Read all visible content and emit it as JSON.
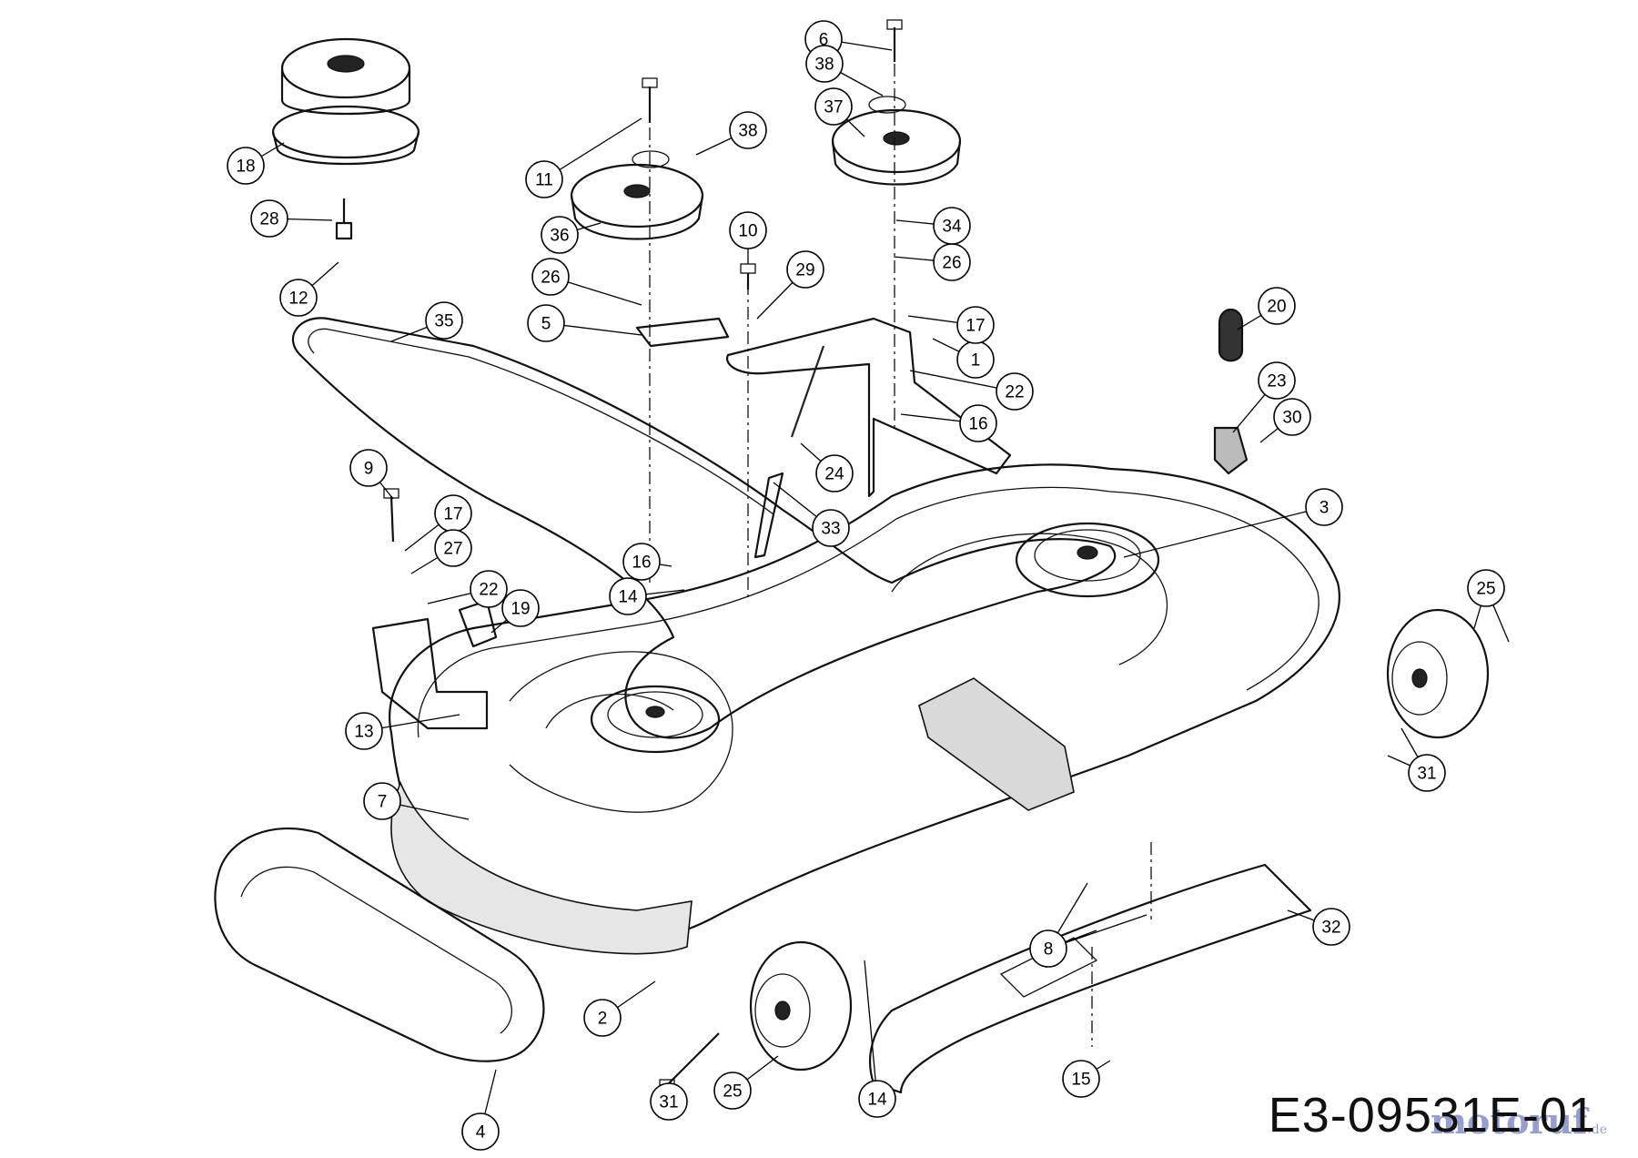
{
  "drawing_code": "E3-09531E-01",
  "watermark": {
    "name": "motoruf",
    "suffix": ".de"
  },
  "callouts": [
    "1",
    "2",
    "3",
    "4",
    "5",
    "6",
    "7",
    "8",
    "9",
    "10",
    "11",
    "12",
    "13",
    "14",
    "14",
    "15",
    "16",
    "16",
    "17",
    "17",
    "18",
    "19",
    "20",
    "22",
    "22",
    "23",
    "24",
    "25",
    "25",
    "26",
    "26",
    "27",
    "28",
    "29",
    "30",
    "31",
    "31",
    "32",
    "33",
    "34",
    "35",
    "36",
    "37",
    "38",
    "38"
  ]
}
